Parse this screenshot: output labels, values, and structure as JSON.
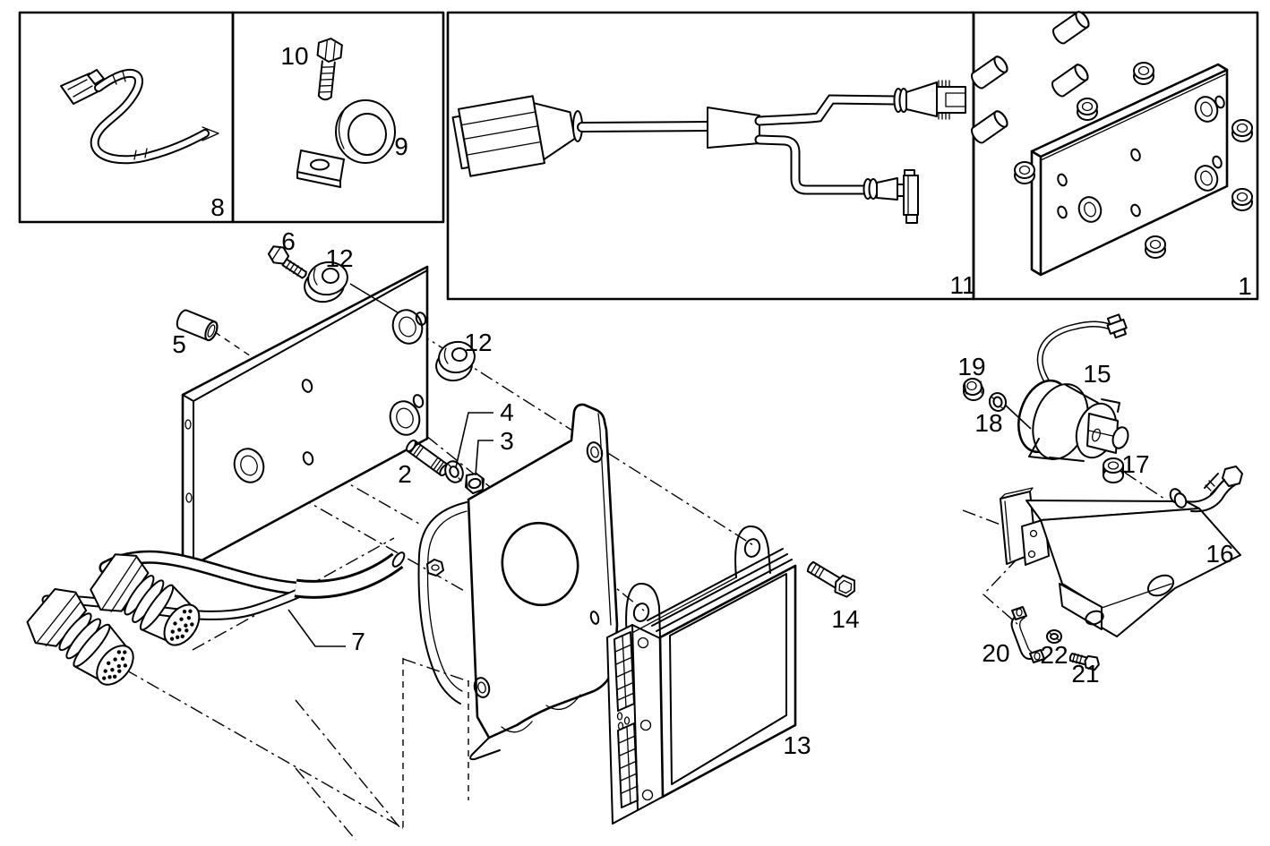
{
  "colors": {
    "ink": "#000000",
    "paper": "#ffffff"
  },
  "callouts": {
    "c1": "1",
    "c2": "2",
    "c3": "3",
    "c4": "4",
    "c5": "5",
    "c6": "6",
    "c7": "7",
    "c8": "8",
    "c9": "9",
    "c10": "10",
    "c11": "11",
    "c12_upper": "12",
    "c12_right": "12",
    "c13": "13",
    "c14": "14",
    "c15": "15",
    "c16": "16",
    "c17": "17",
    "c18": "18",
    "c19": "19",
    "c20": "20",
    "c21": "21",
    "c22": "22"
  }
}
